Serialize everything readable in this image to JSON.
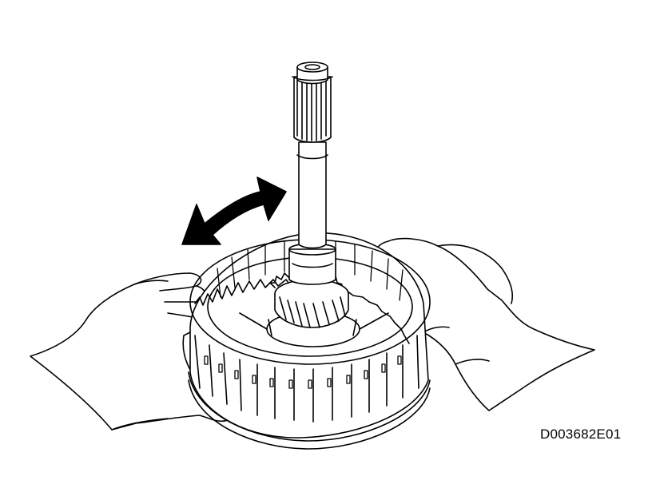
{
  "figure": {
    "code": "D003682E01",
    "stroke_color": "#000000",
    "background_color": "#ffffff",
    "parts": [
      "input-shaft",
      "helical-gear",
      "clutch-drum",
      "rotation-arrow",
      "left-hand",
      "right-hand"
    ]
  }
}
